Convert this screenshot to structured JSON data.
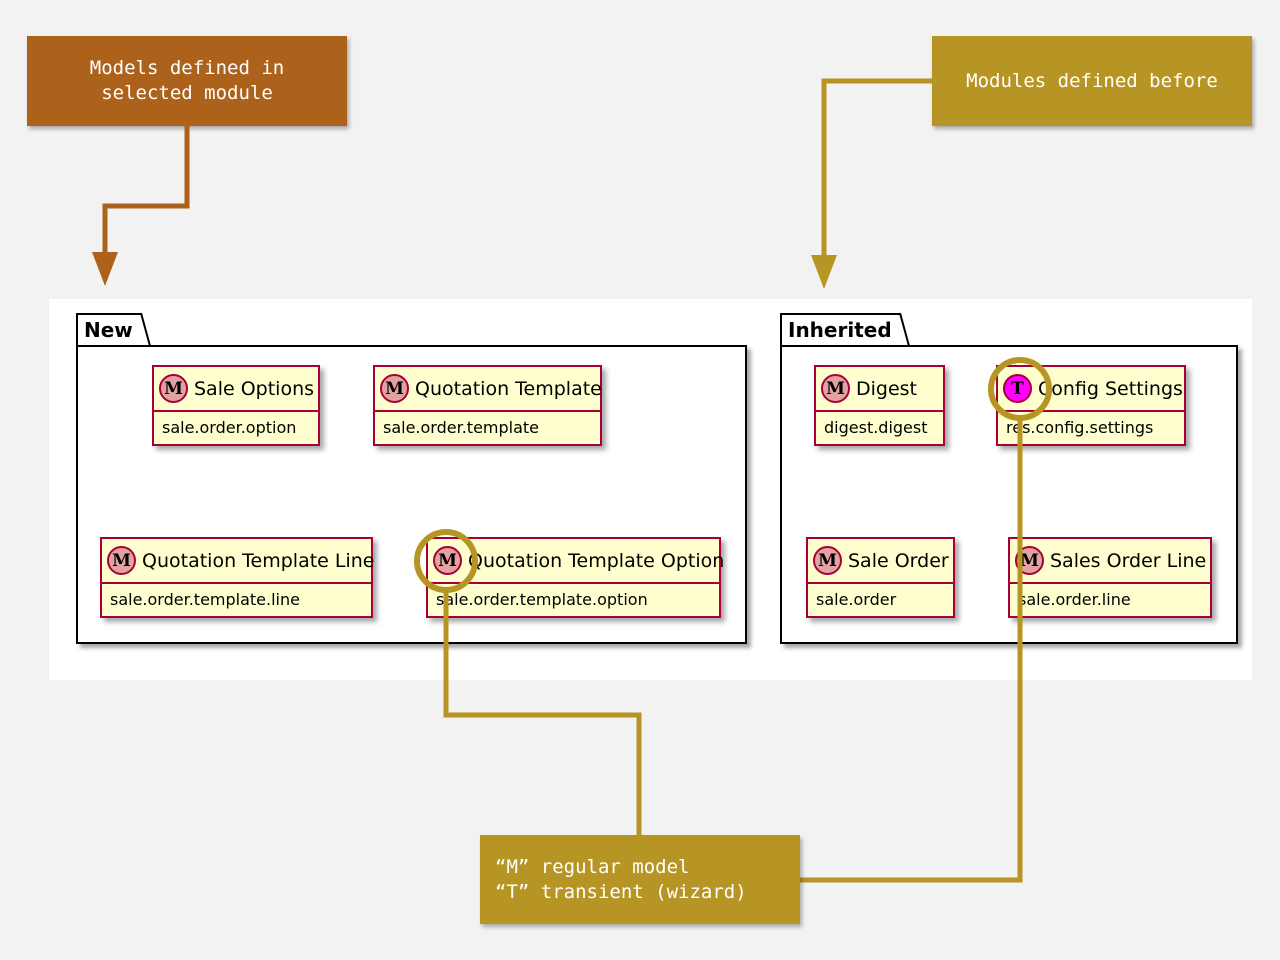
{
  "colors": {
    "models_note": "#ad621c",
    "modules_note": "#b79524",
    "legend_note": "#b79524",
    "class_fill": "#fefece",
    "class_border": "#a80036",
    "model_badge": "#e3a2a2",
    "transient_badge": "#ff00ff"
  },
  "notes": {
    "models": {
      "line1": "Models defined in",
      "line2": "selected module"
    },
    "modules": {
      "line1": "Modules defined before"
    },
    "legend": {
      "line1": "“M” regular model",
      "line2": "“T” transient (wizard)"
    }
  },
  "packages": {
    "new": {
      "title": "New",
      "classes": [
        {
          "stereotype": "M",
          "name": "Sale Options",
          "technical": "sale.order.option"
        },
        {
          "stereotype": "M",
          "name": "Quotation Template",
          "technical": "sale.order.template"
        },
        {
          "stereotype": "M",
          "name": "Quotation Template Line",
          "technical": "sale.order.template.line"
        },
        {
          "stereotype": "M",
          "name": "Quotation Template Option",
          "technical": "sale.order.template.option"
        }
      ]
    },
    "inherited": {
      "title": "Inherited",
      "classes": [
        {
          "stereotype": "M",
          "name": "Digest",
          "technical": "digest.digest"
        },
        {
          "stereotype": "T",
          "name": "Config Settings",
          "technical": "res.config.settings"
        },
        {
          "stereotype": "M",
          "name": "Sale Order",
          "technical": "sale.order"
        },
        {
          "stereotype": "M",
          "name": "Sales Order Line",
          "technical": "sale.order.line"
        }
      ]
    }
  },
  "icons": {
    "model_badge": "model-badge-icon",
    "transient_badge": "transient-badge-icon",
    "arrow": "arrow-down-icon"
  }
}
